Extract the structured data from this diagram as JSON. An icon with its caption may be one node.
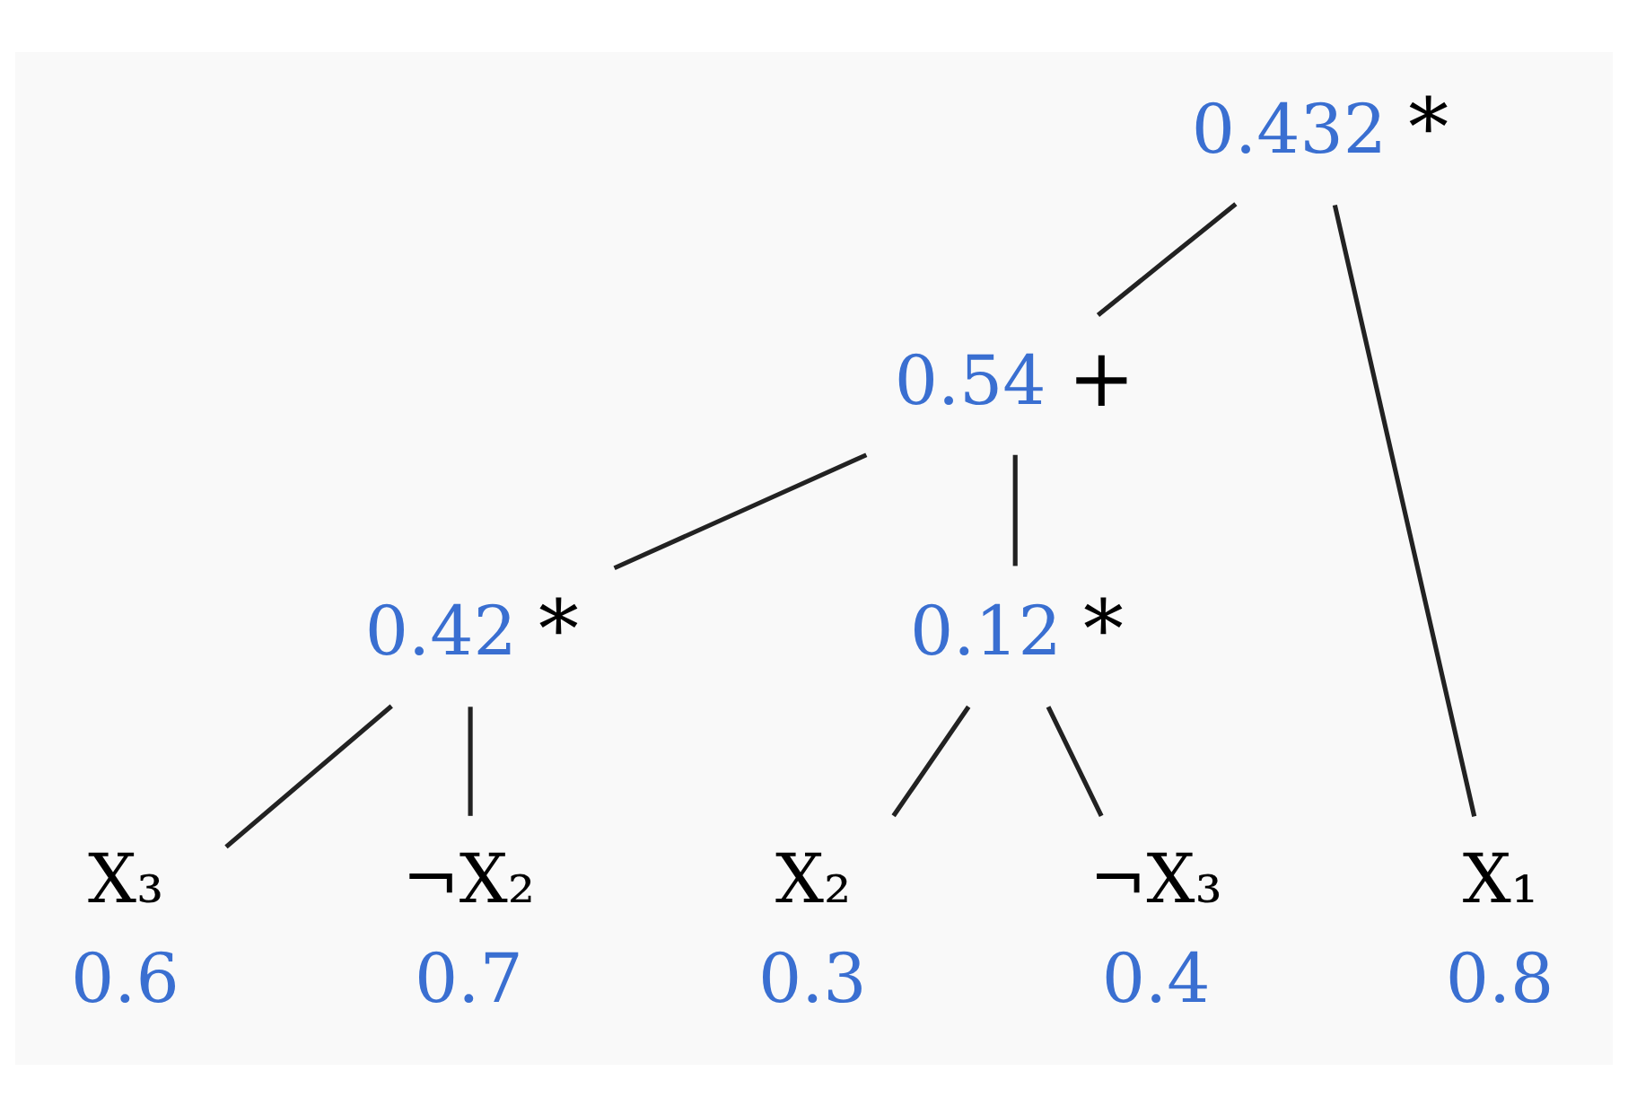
{
  "diagram": {
    "nodes": [
      {
        "text": [
          "*"
        ],
        "beside": [
          "0.432"
        ]
      },
      {
        "text": [
          "+"
        ],
        "beside": [
          "0.54"
        ]
      },
      {
        "text": [
          "*"
        ],
        "beside": [
          "0.42"
        ]
      },
      {
        "text": [
          "*"
        ],
        "beside": [
          "0.12"
        ]
      },
      {
        "text": [
          "X₁"
        ],
        "beside": [
          "0.8"
        ]
      },
      {
        "text": [
          "X₃"
        ],
        "beside": [
          "0.6"
        ]
      },
      {
        "text": [
          "¬X₂"
        ],
        "beside": [
          "0.7"
        ]
      },
      {
        "text": [
          "X₂"
        ],
        "beside": [
          "0.3"
        ]
      },
      {
        "text": [
          "¬X₃"
        ],
        "beside": [
          "0.4"
        ]
      }
    ],
    "edges": [
      {
        "from": 0,
        "to": 4,
        "arrow": "none"
      },
      {
        "from": 0,
        "to": 1,
        "arrow": "none"
      },
      {
        "from": 1,
        "to": 2,
        "arrow": "none"
      },
      {
        "from": 1,
        "to": 3,
        "arrow": "none"
      },
      {
        "from": 2,
        "to": 5,
        "arrow": "none"
      },
      {
        "from": 2,
        "to": 6,
        "arrow": "none"
      },
      {
        "from": 3,
        "to": 7,
        "arrow": "none"
      },
      {
        "from": 3,
        "to": 8,
        "arrow": "none"
      }
    ]
  }
}
